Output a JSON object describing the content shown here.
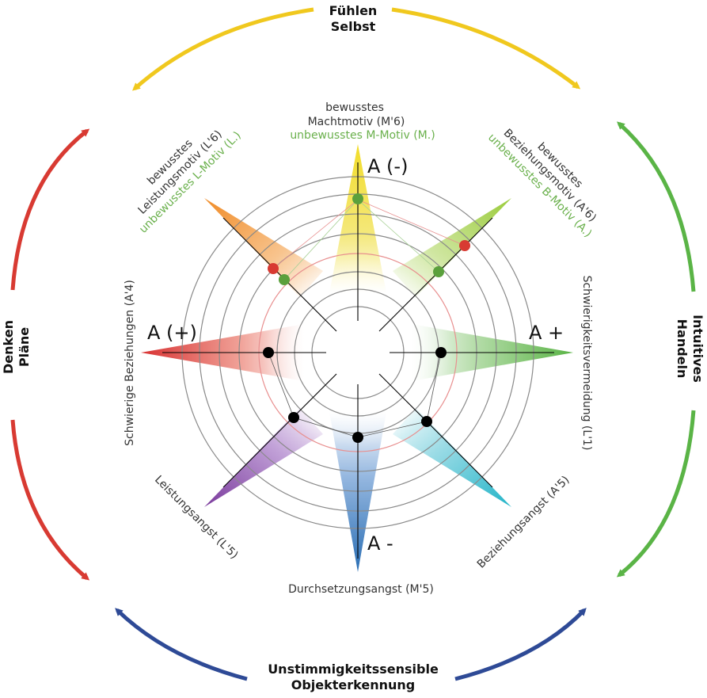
{
  "cycle": {
    "top": {
      "line1": "Fühlen",
      "line2": "Selbst",
      "color": "#f0c81e"
    },
    "right": {
      "line1": "Intuitives",
      "line2": "Handeln",
      "color": "#5ab446"
    },
    "bottom": {
      "line1": "Unstimmigkeitssensible",
      "line2": "Objekterkennung",
      "color": "#2e4a96"
    },
    "left": {
      "line1": "Denken",
      "line2": "Pläne",
      "color": "#d83a32"
    }
  },
  "axis_marks": {
    "top": "A (-)",
    "bottom": "A -",
    "left": "A (+)",
    "right": "A +"
  },
  "spokes": {
    "top": {
      "line1": "bewusstes",
      "line2": "Machtmotiv (M'6)",
      "line3": "unbewusstes M-Motiv (M.)"
    },
    "top_right": {
      "line1": "bewusstes",
      "line2": "Beziehungsmotiv (A'6)",
      "line3": "unbewusstes B-Motiv (A.)"
    },
    "top_left": {
      "line1": "bewusstes",
      "line2": "Leistungsmotiv (L'6)",
      "line3": "unbewusstes L-Motiv (L.)"
    },
    "right": {
      "line1": "Schwierigkeitsvermeidung (L'1)"
    },
    "left": {
      "line1": "Schwierige Beziehungen (A'4)"
    },
    "bottom_right": {
      "line1": "Beziehungsangst (A'5)"
    },
    "bottom_left": {
      "line1": "Leistungsangst (L'5)"
    },
    "bottom": {
      "line1": "Durchsetzungsangst (M'5)"
    }
  },
  "colors": {
    "red_marker": "#d83a32",
    "green_marker": "#5aa03c",
    "black_marker": "#000000",
    "ring": "#888888",
    "highlight_ring": "#e89090"
  }
}
